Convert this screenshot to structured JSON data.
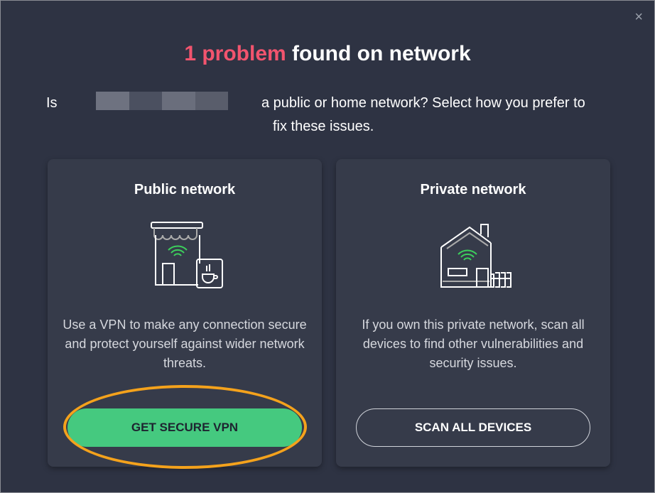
{
  "title": {
    "highlight": "1 problem",
    "rest": " found on network"
  },
  "question": {
    "prefix": "Is",
    "line1": "a public or home network? Select how you prefer to",
    "line2": "fix these issues."
  },
  "cards": [
    {
      "title": "Public network",
      "description": "Use a VPN to make any connection secure and protect yourself against wider network threats.",
      "button": "GET SECURE VPN"
    },
    {
      "title": "Private network",
      "description": "If you own this private network, scan all devices to find other vulnerabilities and security issues.",
      "button": "SCAN ALL DEVICES"
    }
  ],
  "close": "×",
  "colors": {
    "accent": "#f2546e",
    "green": "#45c97f",
    "highlight": "#f4a21c"
  }
}
